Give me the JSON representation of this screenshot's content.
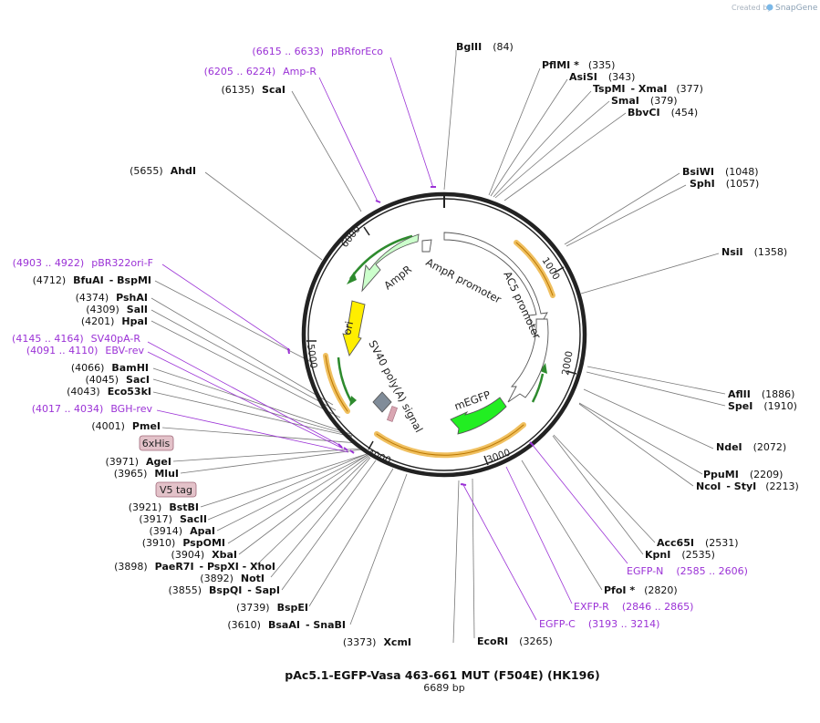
{
  "credit": {
    "created_by": "Created by",
    "brand": "SnapGene"
  },
  "map": {
    "title": "pAc5.1-EGFP-Vasa 463-661 MUT (F504E) (HK196)",
    "length_label": "6689 bp",
    "length": 6689
  },
  "ticks": [
    "1000",
    "2000",
    "3000",
    "4000",
    "5000",
    "6000"
  ],
  "features": [
    {
      "name": "AmpR promoter",
      "color": "#ffffff"
    },
    {
      "name": "AmpR",
      "color": "#ccffcc"
    },
    {
      "name": "ori",
      "color": "#ffee00"
    },
    {
      "name": "SV40 poly(A) signal",
      "color": "#808c99"
    },
    {
      "name": "AC5 promoter",
      "color": "#ffffff"
    },
    {
      "name": "mEGFP",
      "color": "#22ee22"
    }
  ],
  "tags": [
    "6xHis",
    "V5 tag"
  ],
  "sites": [
    {
      "name": "BglII",
      "pos": "(84)"
    },
    {
      "name": "PflMI *",
      "pos": "(335)"
    },
    {
      "name": "AsiSI",
      "pos": "(343)"
    },
    {
      "name": "TspMI",
      "sep": "- XmaI",
      "pos": "(377)"
    },
    {
      "name": "SmaI",
      "pos": "(379)"
    },
    {
      "name": "BbvCI",
      "pos": "(454)"
    },
    {
      "name": "BsiWI",
      "pos": "(1048)"
    },
    {
      "name": "SphI",
      "pos": "(1057)"
    },
    {
      "name": "NsiI",
      "pos": "(1358)"
    },
    {
      "name": "AflII",
      "pos": "(1886)"
    },
    {
      "name": "SpeI",
      "pos": "(1910)"
    },
    {
      "name": "NdeI",
      "pos": "(2072)"
    },
    {
      "name": "PpuMI",
      "pos": "(2209)"
    },
    {
      "name": "NcoI",
      "sep": "- StyI",
      "pos": "(2213)"
    },
    {
      "name": "Acc65I",
      "pos": "(2531)"
    },
    {
      "name": "KpnI",
      "pos": "(2535)"
    },
    {
      "name": "PfoI *",
      "pos": "(2820)"
    },
    {
      "name": "EcoRI",
      "pos": "(3265)"
    },
    {
      "name": "XcmI",
      "pos": "(3373)"
    },
    {
      "name": "BsaAI",
      "sep": "- SnaBI",
      "pos": "(3610)"
    },
    {
      "name": "BspEI",
      "pos": "(3739)"
    },
    {
      "name": "BspQI",
      "sep": "- SapI",
      "pos": "(3855)"
    },
    {
      "name": "NotI",
      "pos": "(3892)"
    },
    {
      "name": "PaeR7I",
      "sep": "- PspXI - XhoI",
      "pos": "(3898)"
    },
    {
      "name": "XbaI",
      "pos": "(3904)"
    },
    {
      "name": "PspOMI",
      "pos": "(3910)"
    },
    {
      "name": "ApaI",
      "pos": "(3914)"
    },
    {
      "name": "SacII",
      "pos": "(3917)"
    },
    {
      "name": "BstBI",
      "pos": "(3921)"
    },
    {
      "name": "MluI",
      "pos": "(3965)"
    },
    {
      "name": "AgeI",
      "pos": "(3971)"
    },
    {
      "name": "PmeI",
      "pos": "(4001)"
    },
    {
      "name": "Eco53kI",
      "pos": "(4043)"
    },
    {
      "name": "SacI",
      "pos": "(4045)"
    },
    {
      "name": "BamHI",
      "pos": "(4066)"
    },
    {
      "name": "HpaI",
      "pos": "(4201)"
    },
    {
      "name": "SalI",
      "pos": "(4309)"
    },
    {
      "name": "PshAI",
      "pos": "(4374)"
    },
    {
      "name": "BfuAI",
      "sep": "- BspMI",
      "pos": "(4712)"
    },
    {
      "name": "AhdI",
      "pos": "(5655)"
    },
    {
      "name": "ScaI",
      "pos": "(6135)"
    }
  ],
  "primers": [
    {
      "range": "(6615 .. 6633)",
      "name": "pBRforEco"
    },
    {
      "range": "(6205 .. 6224)",
      "name": "Amp-R"
    },
    {
      "range": "(4903 .. 4922)",
      "name": "pBR322ori-F"
    },
    {
      "range": "(4145 .. 4164)",
      "name": "SV40pA-R"
    },
    {
      "range": "(4091 .. 4110)",
      "name": "EBV-rev"
    },
    {
      "range": "(4017 .. 4034)",
      "name": "BGH-rev"
    },
    {
      "name": "EGFP-N",
      "range": "(2585 .. 2606)"
    },
    {
      "name": "EXFP-R",
      "range": "(2846 .. 2865)"
    },
    {
      "name": "EGFP-C",
      "range": "(3193 .. 3214)"
    }
  ],
  "colors": {
    "backbone": "#222222",
    "primer": "#9b32d6",
    "orange_feature": "#f0b030",
    "green_feature": "#33aa33",
    "arrow_outline": "#555555"
  }
}
